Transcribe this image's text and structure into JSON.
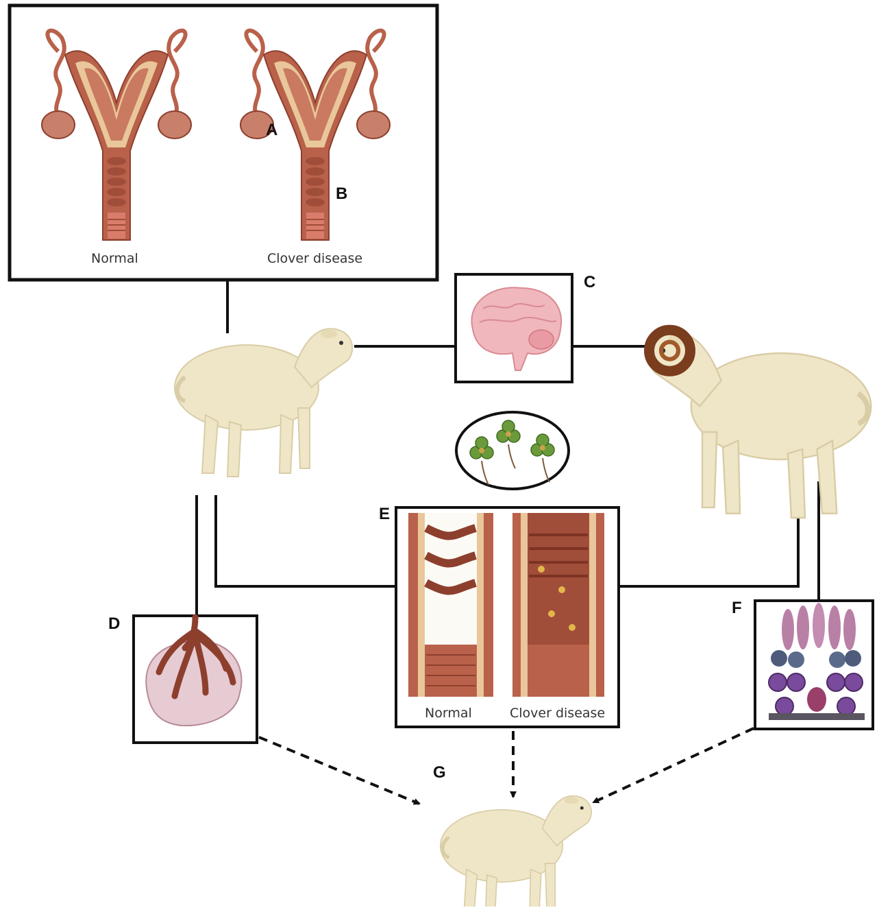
{
  "labels": {
    "a": "A",
    "b": "B",
    "c": "C",
    "d": "D",
    "e": "E",
    "f": "F",
    "g": "G"
  },
  "panel_top": {
    "caption_left": "Normal",
    "caption_right": "Clover disease"
  },
  "panel_e": {
    "caption_left": "Normal",
    "caption_right": "Clover disease"
  },
  "colors": {
    "tissue": "#b9614a",
    "tissue_dark": "#8d3f2e",
    "tissue_light": "#e9c79a",
    "wool": "#efe6c8",
    "wool_shadow": "#d9cda6",
    "clover": "#6a9a3a",
    "brain": "#f0b7bd",
    "cell": "#7a4a9c",
    "line": "#111111"
  }
}
